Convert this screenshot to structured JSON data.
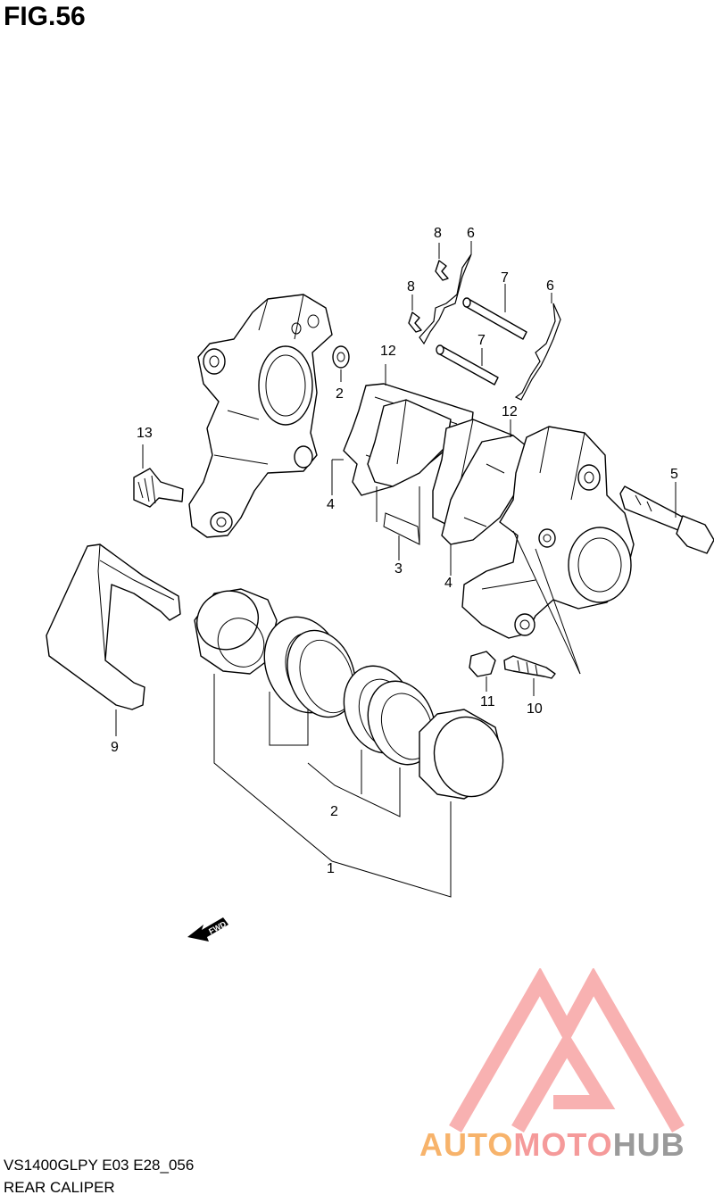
{
  "figure": {
    "title": "FIG.56"
  },
  "callouts": {
    "c1": "1",
    "c2a": "2",
    "c2b": "2",
    "c3": "3",
    "c4a": "4",
    "c4b": "4",
    "c5": "5",
    "c6a": "6",
    "c6b": "6",
    "c7a": "7",
    "c7b": "7",
    "c8a": "8",
    "c8b": "8",
    "c9": "9",
    "c10": "10",
    "c11": "11",
    "c12a": "12",
    "c12b": "12",
    "c13": "13"
  },
  "fwd_label": "FWD",
  "footer": {
    "model": "VS1400GLPY E03 E28_056",
    "name": "REAR CALIPER"
  },
  "watermark": {
    "part1": "AUTO",
    "part2": "MOTO",
    "part3": "HUB",
    "color_auto": "#f7b36b",
    "color_moto": "#f59a9a",
    "color_hub": "#9a9a9a",
    "color_logo": "#f7a4a4"
  }
}
